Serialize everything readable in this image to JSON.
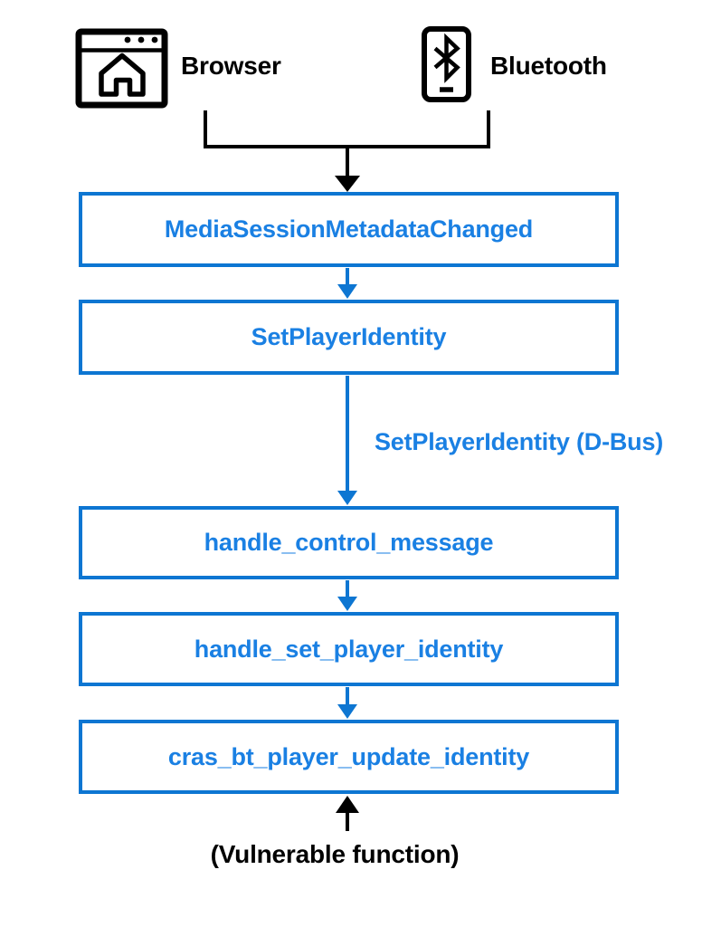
{
  "diagram": {
    "sources": [
      {
        "label": "Browser",
        "icon": "browser-window-icon"
      },
      {
        "label": "Bluetooth",
        "icon": "bluetooth-phone-icon"
      }
    ],
    "nodes": [
      {
        "label": "MediaSessionMetadataChanged"
      },
      {
        "label": "SetPlayerIdentity"
      },
      {
        "label": "handle_control_message"
      },
      {
        "label": "handle_set_player_identity"
      },
      {
        "label": "cras_bt_player_update_identity"
      }
    ],
    "edge_label": "SetPlayerIdentity (D-Bus)",
    "footnote": "(Vulnerable function)",
    "colors": {
      "box_border": "#0d76d2",
      "box_text": "#1a80e3",
      "arrow_blue": "#0d76d2",
      "icon_black": "#000000",
      "background": "#ffffff"
    }
  }
}
